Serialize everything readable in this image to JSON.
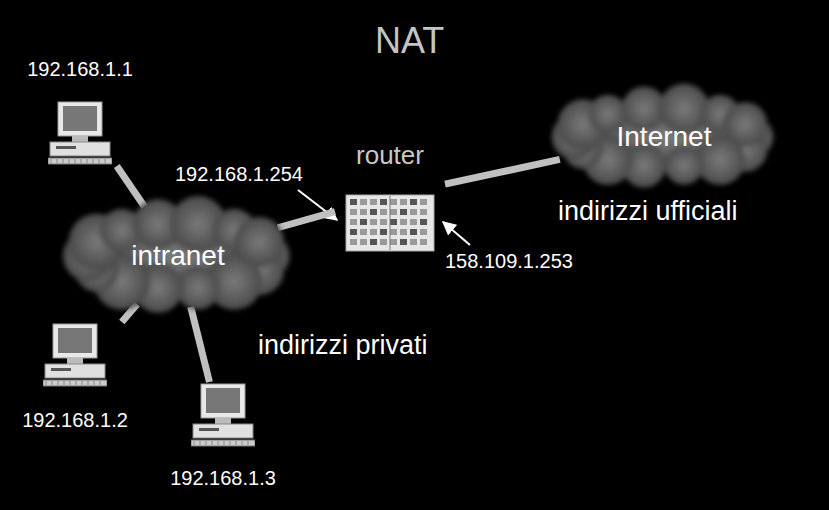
{
  "diagram": {
    "title": "NAT",
    "nodes": [
      {
        "text": [
          "192.168.1.1"
        ]
      },
      {
        "text": [
          "intranet"
        ]
      },
      {
        "text": [
          "192.168.1.2"
        ]
      },
      {
        "text": [
          "192.168.1.3"
        ]
      },
      {
        "text": [
          "router"
        ]
      },
      {
        "text": [
          "Internet"
        ]
      }
    ],
    "edges": [
      {
        "from": 0,
        "to": 1,
        "arrow": "none"
      },
      {
        "from": 2,
        "to": 1,
        "arrow": "none"
      },
      {
        "from": 3,
        "to": 1,
        "arrow": "none"
      },
      {
        "from": 1,
        "to": 4,
        "arrow": "none"
      },
      {
        "from": 4,
        "to": 5,
        "arrow": "none"
      }
    ],
    "labels": [
      "192.168.1.254",
      "158.109.1.253",
      "indirizzi privati",
      "indirizzi ufficiali"
    ]
  }
}
